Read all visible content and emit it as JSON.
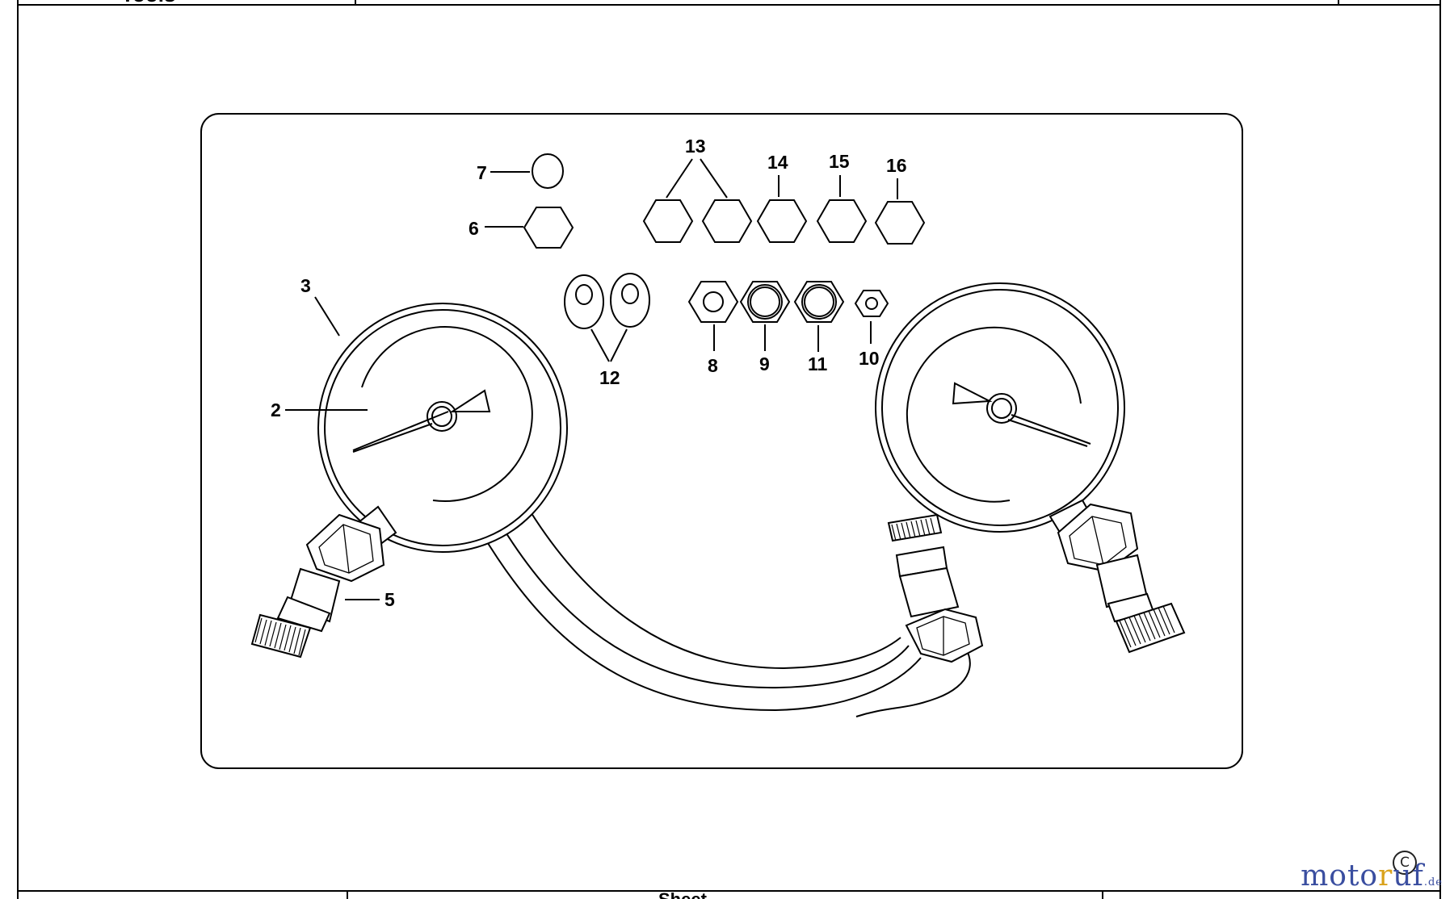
{
  "header": {
    "partial_title": "Tools"
  },
  "footer": {
    "partial_label": "Sheet"
  },
  "callouts": {
    "c2": "2",
    "c3": "3",
    "c5": "5",
    "c6": "6",
    "c7": "7",
    "c8": "8",
    "c9": "9",
    "c10": "10",
    "c11": "11",
    "c12": "12",
    "c13": "13",
    "c14": "14",
    "c15": "15",
    "c16": "16"
  },
  "watermark": {
    "a": "moto",
    "b": "r",
    "c": "uf",
    "d": ".de"
  },
  "copyright_symbol": "C",
  "icons": {
    "gauge": "pressure-gauge-icon",
    "hose": "hose-icon",
    "nut": "hex-nut-icon",
    "washer": "washer-icon"
  }
}
